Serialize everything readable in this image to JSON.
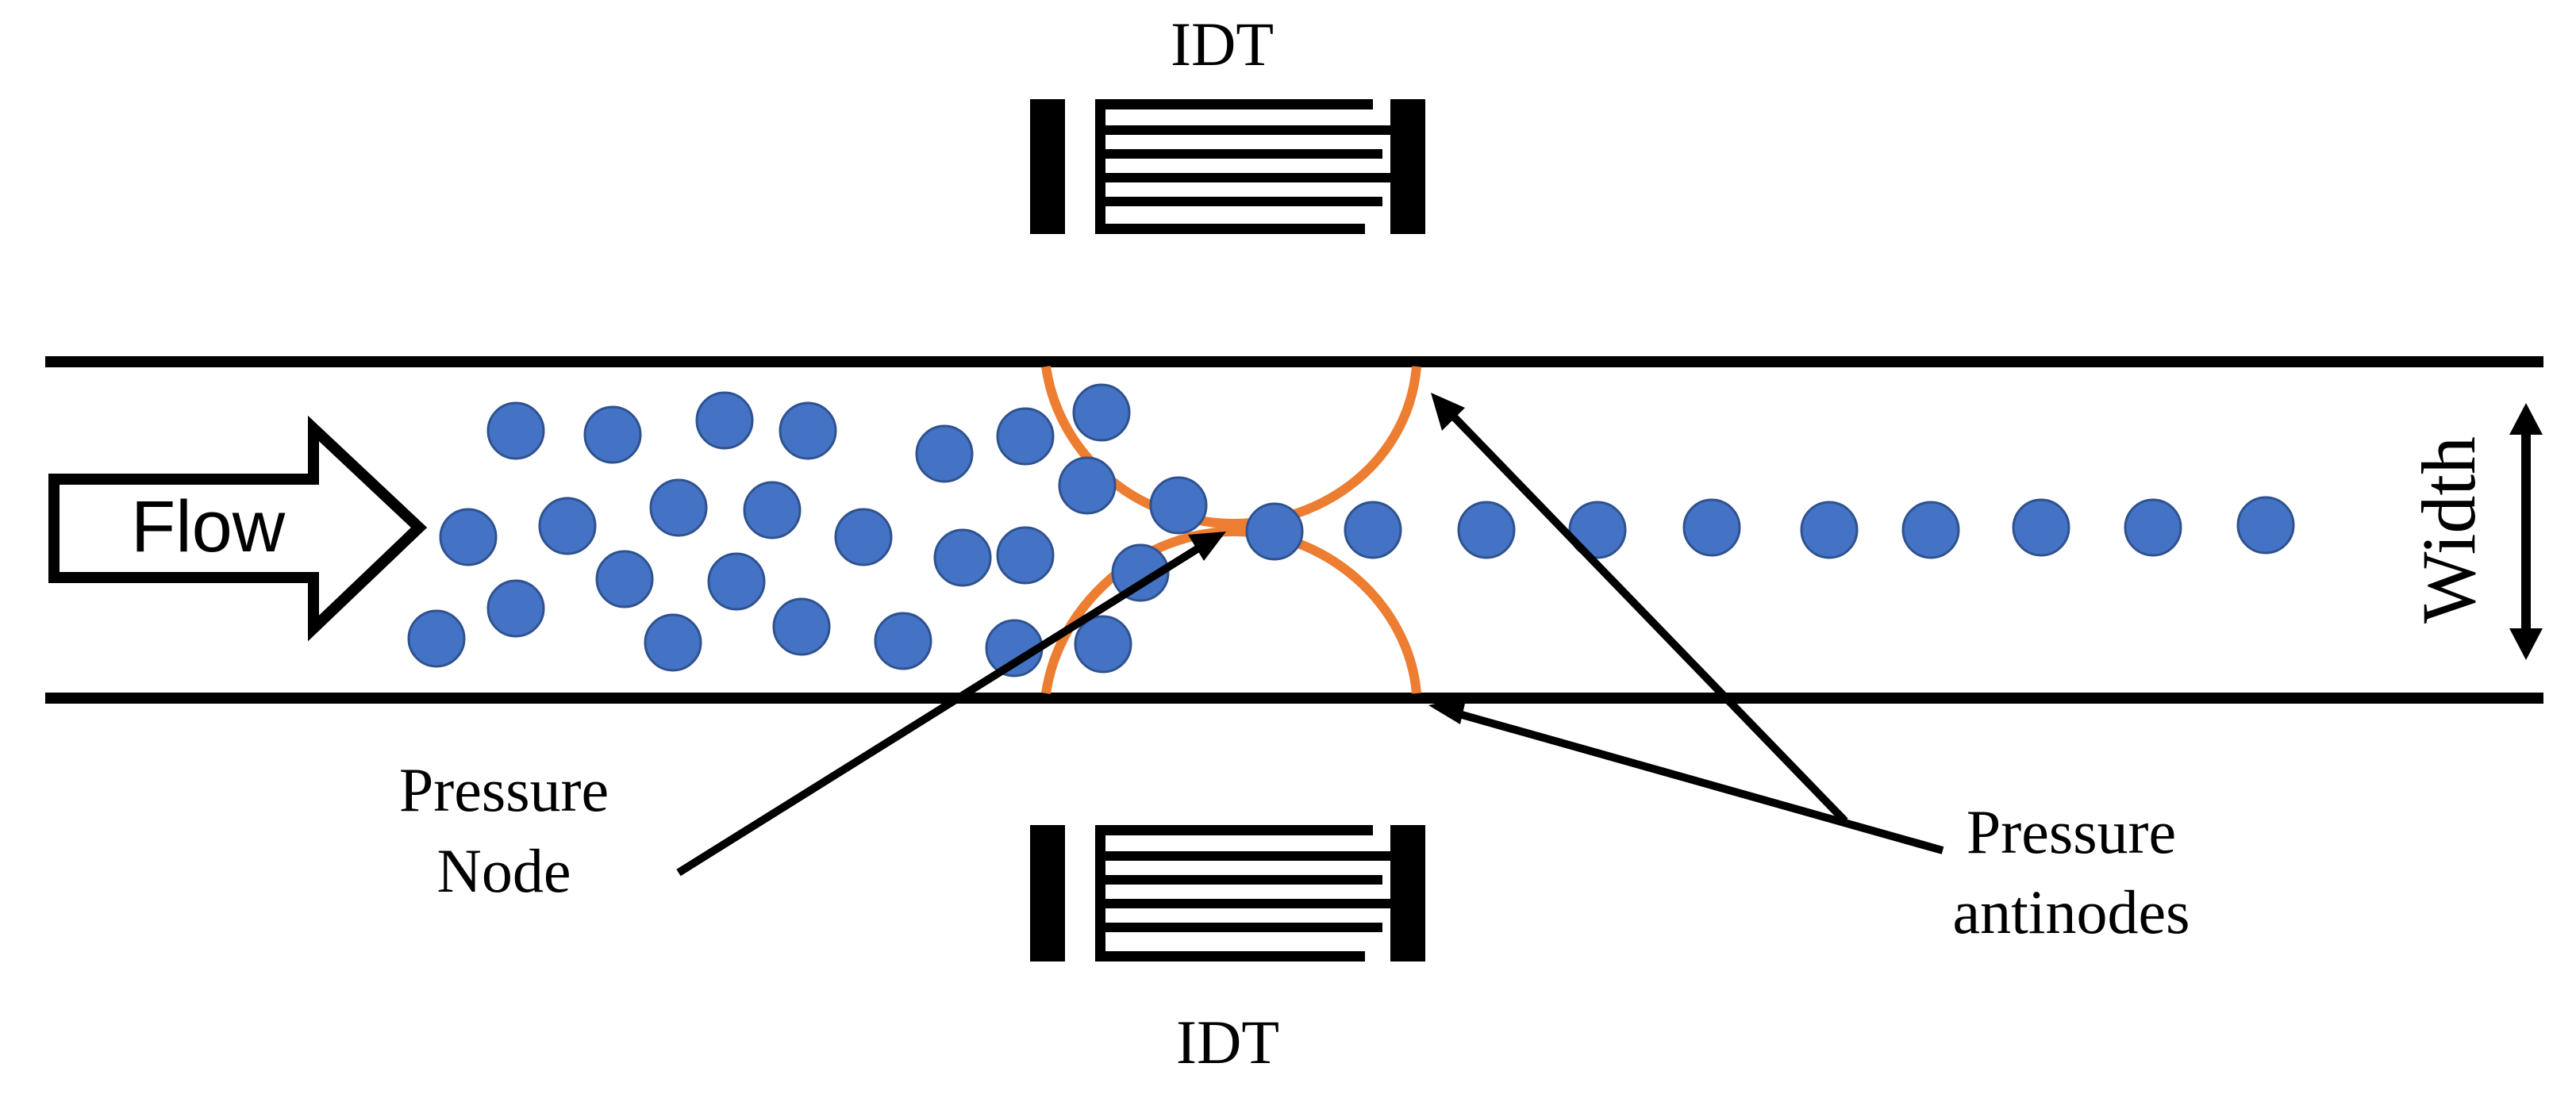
{
  "labels": {
    "idt_top": "IDT",
    "idt_bottom": "IDT",
    "flow": "Flow",
    "width": "Width",
    "pressure_node_line1": "Pressure",
    "pressure_node_line2": "Node",
    "pressure_antinodes_line1": "Pressure",
    "pressure_antinodes_line2": "antinodes"
  },
  "colors": {
    "particle_fill": "#4472C4",
    "particle_stroke": "#2F528F",
    "pressure_curve": "#ED7D31",
    "line": "#000000"
  }
}
